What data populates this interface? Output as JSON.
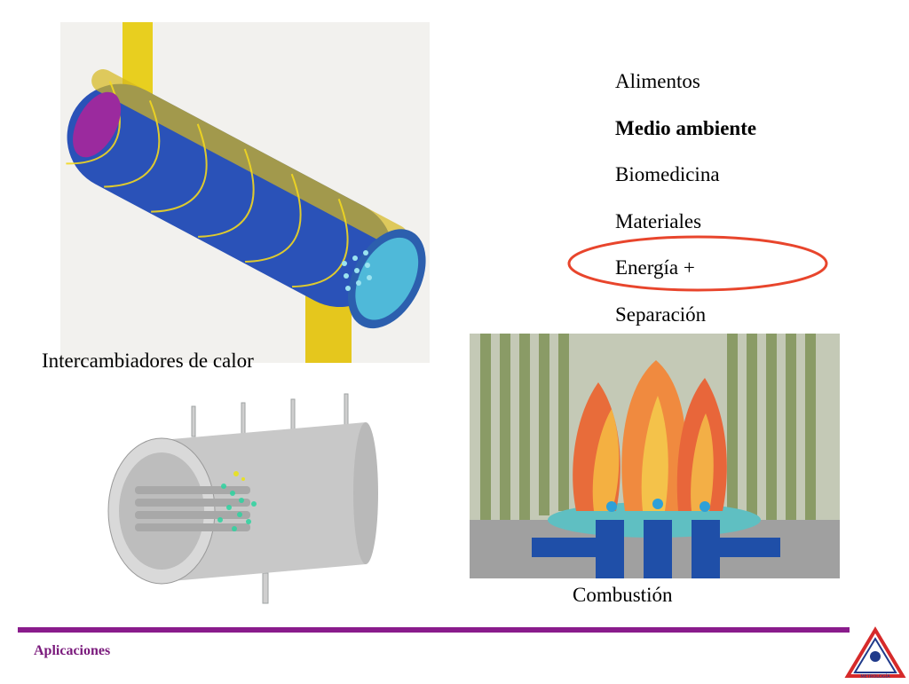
{
  "slide": {
    "applications": [
      {
        "label": "Alimentos",
        "bold": false
      },
      {
        "label": "Medio ambiente",
        "bold": true
      },
      {
        "label": "Biomedicina",
        "bold": false
      },
      {
        "label": "Materiales",
        "bold": false
      },
      {
        "label": "Energía +",
        "bold": false
      },
      {
        "label": "Separación",
        "bold": false
      }
    ],
    "highlighted_item": "Energía +",
    "highlight_color": "#e8452c",
    "captions": {
      "heat_exchangers": "Intercambiadores de calor",
      "combustion": "Combustión"
    },
    "footer": {
      "label": "Aplicaciones",
      "label_color": "#7a1a7c",
      "line_color": "#8a1c8c"
    },
    "logo": {
      "text_lines": [
        "MAESTRÍA",
        "INGENIERÍA",
        "METROLOGÍA"
      ]
    }
  }
}
